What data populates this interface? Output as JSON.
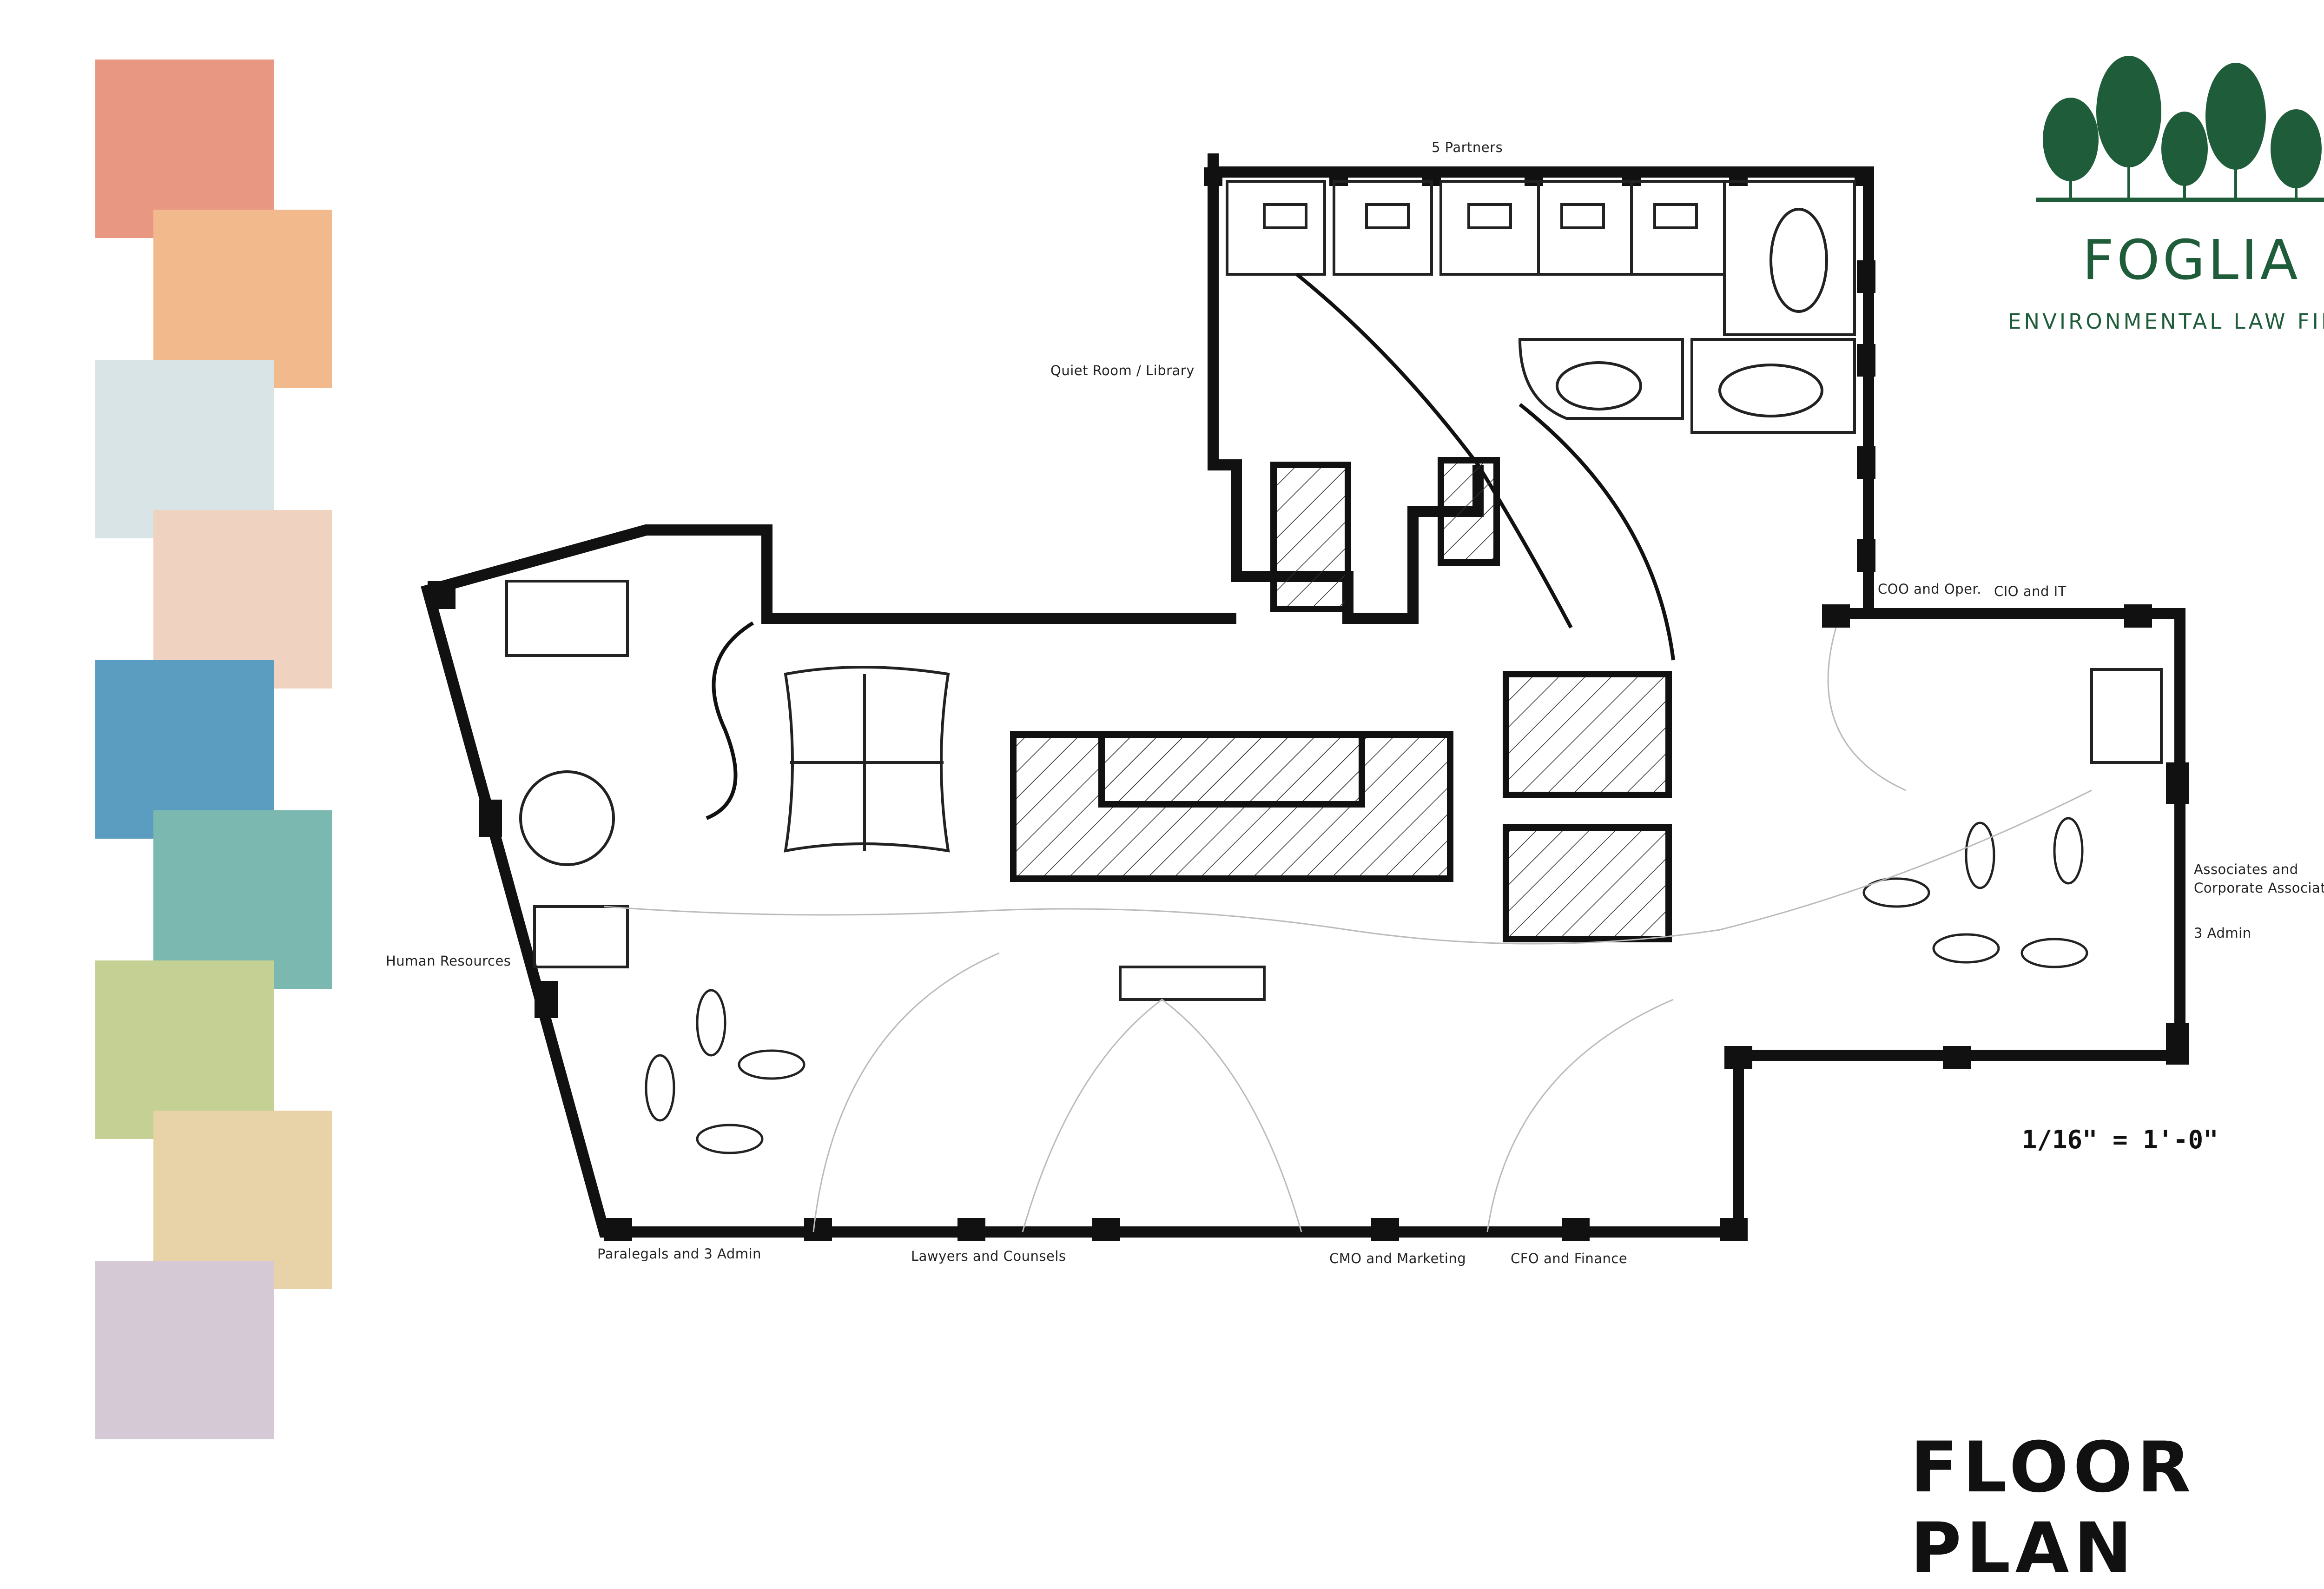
{
  "brand": {
    "name": "FOGLIA",
    "subtitle": "ENVIRONMENTAL LAW FIRM",
    "color": "#1e5c3a",
    "logo_icon": "tree-row-logo-icon"
  },
  "title": "FLOOR PLAN",
  "scale": "1/16\" = 1'-0\"",
  "palette": [
    "#e89882",
    "#f2b98c",
    "#d8e4e6",
    "#efd2c0",
    "#5b9dc0",
    "#7ab8b0",
    "#c5d095",
    "#e8d3a8",
    "#d5c9d6"
  ],
  "rooms": {
    "partners": "5 Partners",
    "quiet_room": "Quiet Room / Library",
    "coo": "COO and Oper.",
    "cio": "CIO and IT",
    "associates": "Associates and\nCorporate Associates",
    "admin_right": "3 Admin",
    "hr": "Human Resources",
    "paralegals": "Paralegals and 3 Admin",
    "lawyers": "Lawyers and Counsels",
    "cmo": "CMO and Marketing",
    "cfo": "CFO and Finance"
  }
}
